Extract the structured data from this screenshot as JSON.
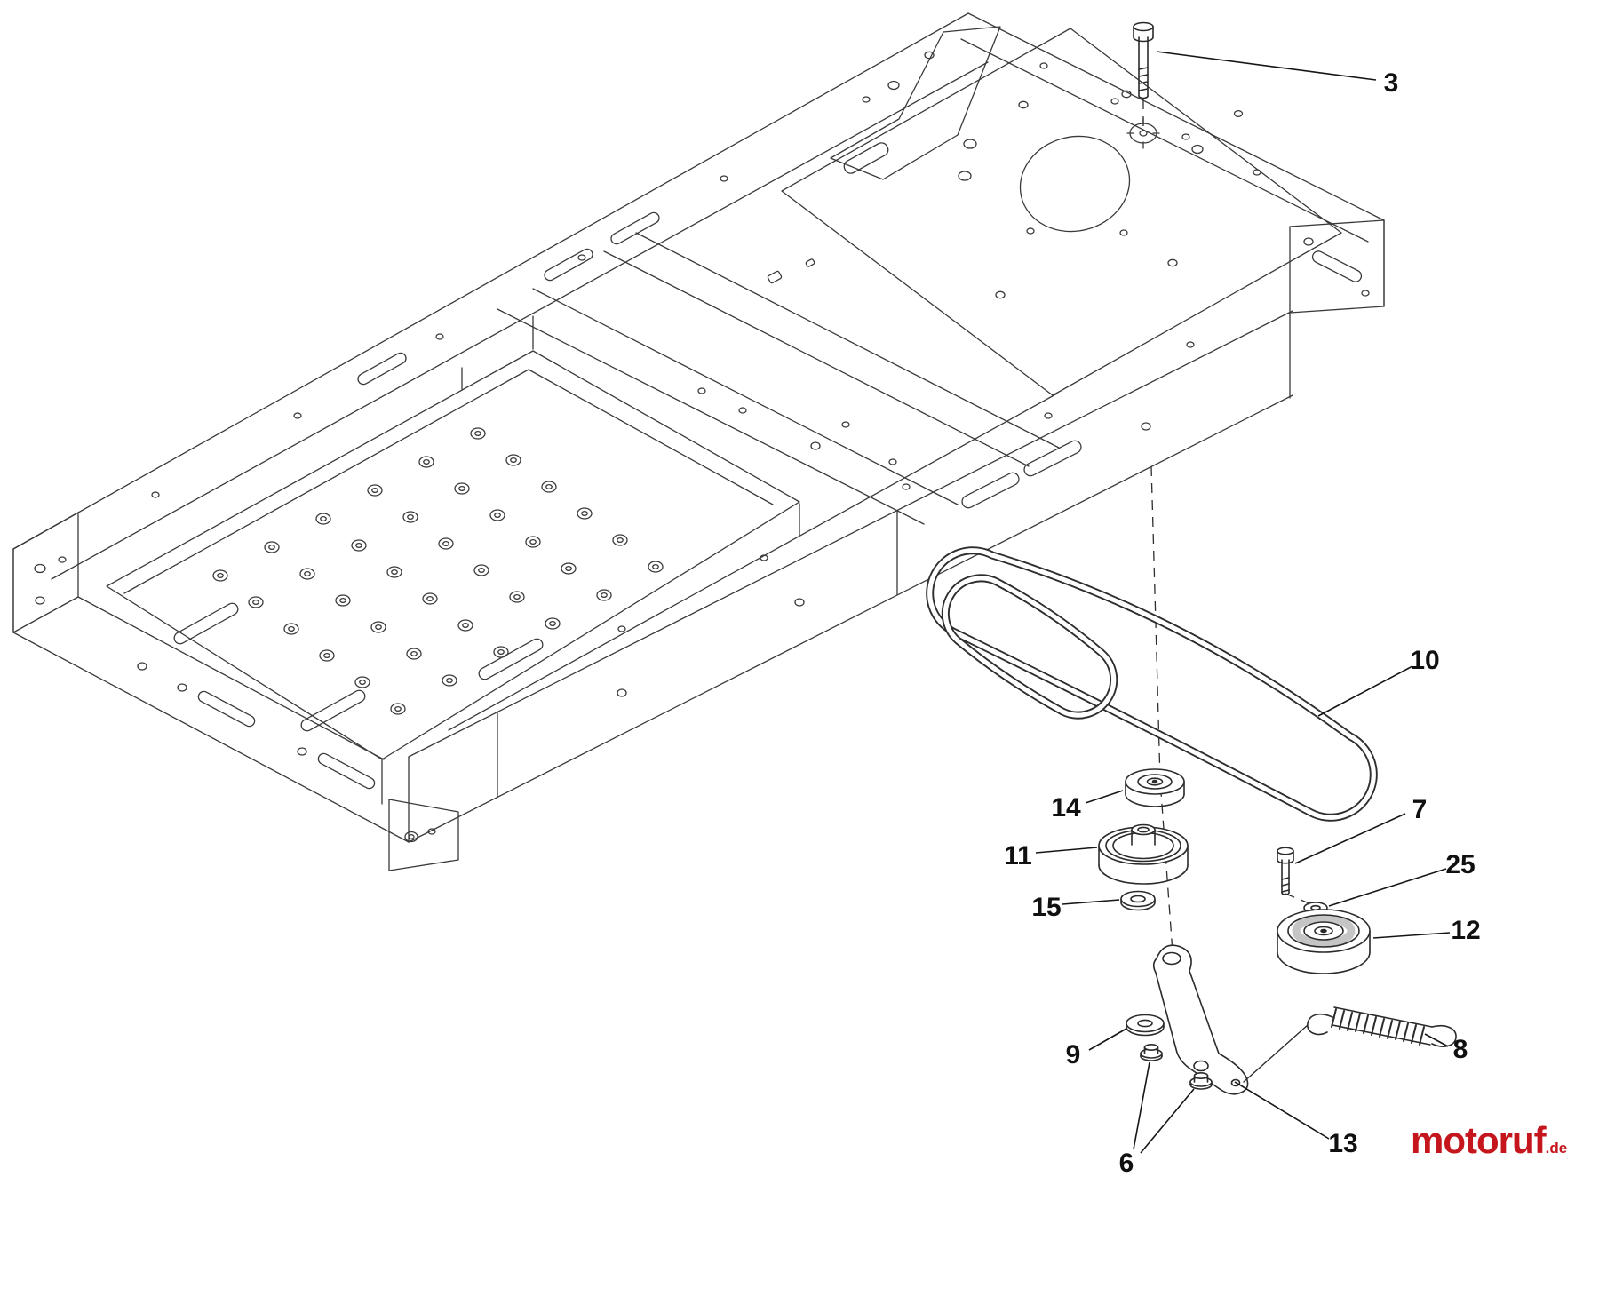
{
  "diagram": {
    "type": "exploded-parts-diagram",
    "subject": "mower frame with ground-drive belt and idler assembly",
    "callouts": [
      {
        "label": "3",
        "part": "carriage-bolt"
      },
      {
        "label": "10",
        "part": "v-belt"
      },
      {
        "label": "14",
        "part": "spacer-pulley"
      },
      {
        "label": "11",
        "part": "v-idler-pulley"
      },
      {
        "label": "15",
        "part": "washer"
      },
      {
        "label": "7",
        "part": "bolt"
      },
      {
        "label": "25",
        "part": "washer"
      },
      {
        "label": "12",
        "part": "flat-idler-pulley"
      },
      {
        "label": "9",
        "part": "washer"
      },
      {
        "label": "8",
        "part": "extension-spring"
      },
      {
        "label": "6",
        "part": "flange-nuts"
      },
      {
        "label": "13",
        "part": "idler-arm"
      }
    ],
    "watermark": {
      "brand": "motoruf",
      "tld": ".de",
      "color": "#c4161c"
    }
  }
}
